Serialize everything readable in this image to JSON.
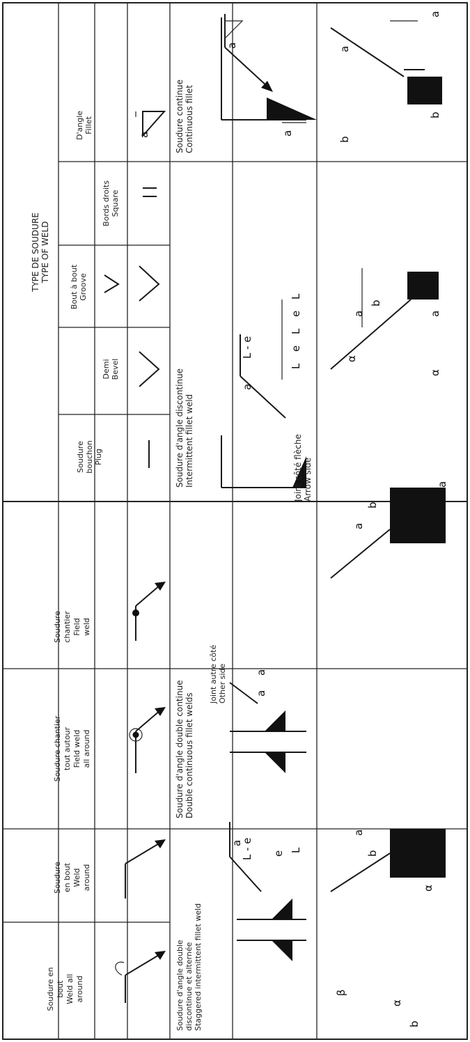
{
  "header": {
    "type_of_weld_fr": "TYPE DE SOUDURE",
    "type_of_weld_en": "TYPE OF WELD",
    "butt_fr": "Bout à bout",
    "butt_en": "Groove",
    "square_fr": "Bords droits",
    "square_en": "Square",
    "bevel_fr": "Demi",
    "bevel_en": "Bevel",
    "fillet_fr": "D'angle",
    "fillet_en": "Fillet",
    "plug_fr": "Soudure",
    "plug_en": "bouchon",
    "plug_en2": "Plug",
    "fillet_weld_fr": "Soudure",
    "fillet_weld_fr2": "chantier",
    "fillet_weld_en": "Field",
    "fillet_weld_en2": "weld",
    "field_all_fr": "Soudure chantier",
    "field_all_fr2": "tout autour",
    "field_all_en": "Field weld",
    "field_all_en2": "all around",
    "peripheral_fr": "Soudure",
    "peripheral_fr2": "en bout",
    "peripheral_en": "Weld",
    "peripheral_en2": "around",
    "weld_all_fr": "Soudure en",
    "weld_all_fr2": "bout",
    "weld_all_en": "Weld all",
    "weld_all_en2": "around"
  },
  "panels": {
    "continuous_fr": "Soudure continue",
    "continuous_en": "Continuous fillet",
    "intermittent_fr": "Soudure d'angle discontinue",
    "intermittent_en": "Intermittent fillet weld",
    "arrow_side_fr": "Joint côté flèche",
    "arrow_side_en": "Arrow side",
    "double_fr": "Soudure d'angle double continue",
    "double_en": "Double continuous fillet welds",
    "other_side_fr": "Joint autre côté",
    "other_side_en": "Other side",
    "staggered_fr": "Soudure d'angle double",
    "staggered_fr2": "discontinue et alternée",
    "staggered_en": "Staggered intermittent fillet weld"
  },
  "labels": {
    "a": "a",
    "b": "b",
    "L": "L",
    "e": "e",
    "L_minus_e": "L - e",
    "alpha": "α",
    "beta": "β"
  }
}
